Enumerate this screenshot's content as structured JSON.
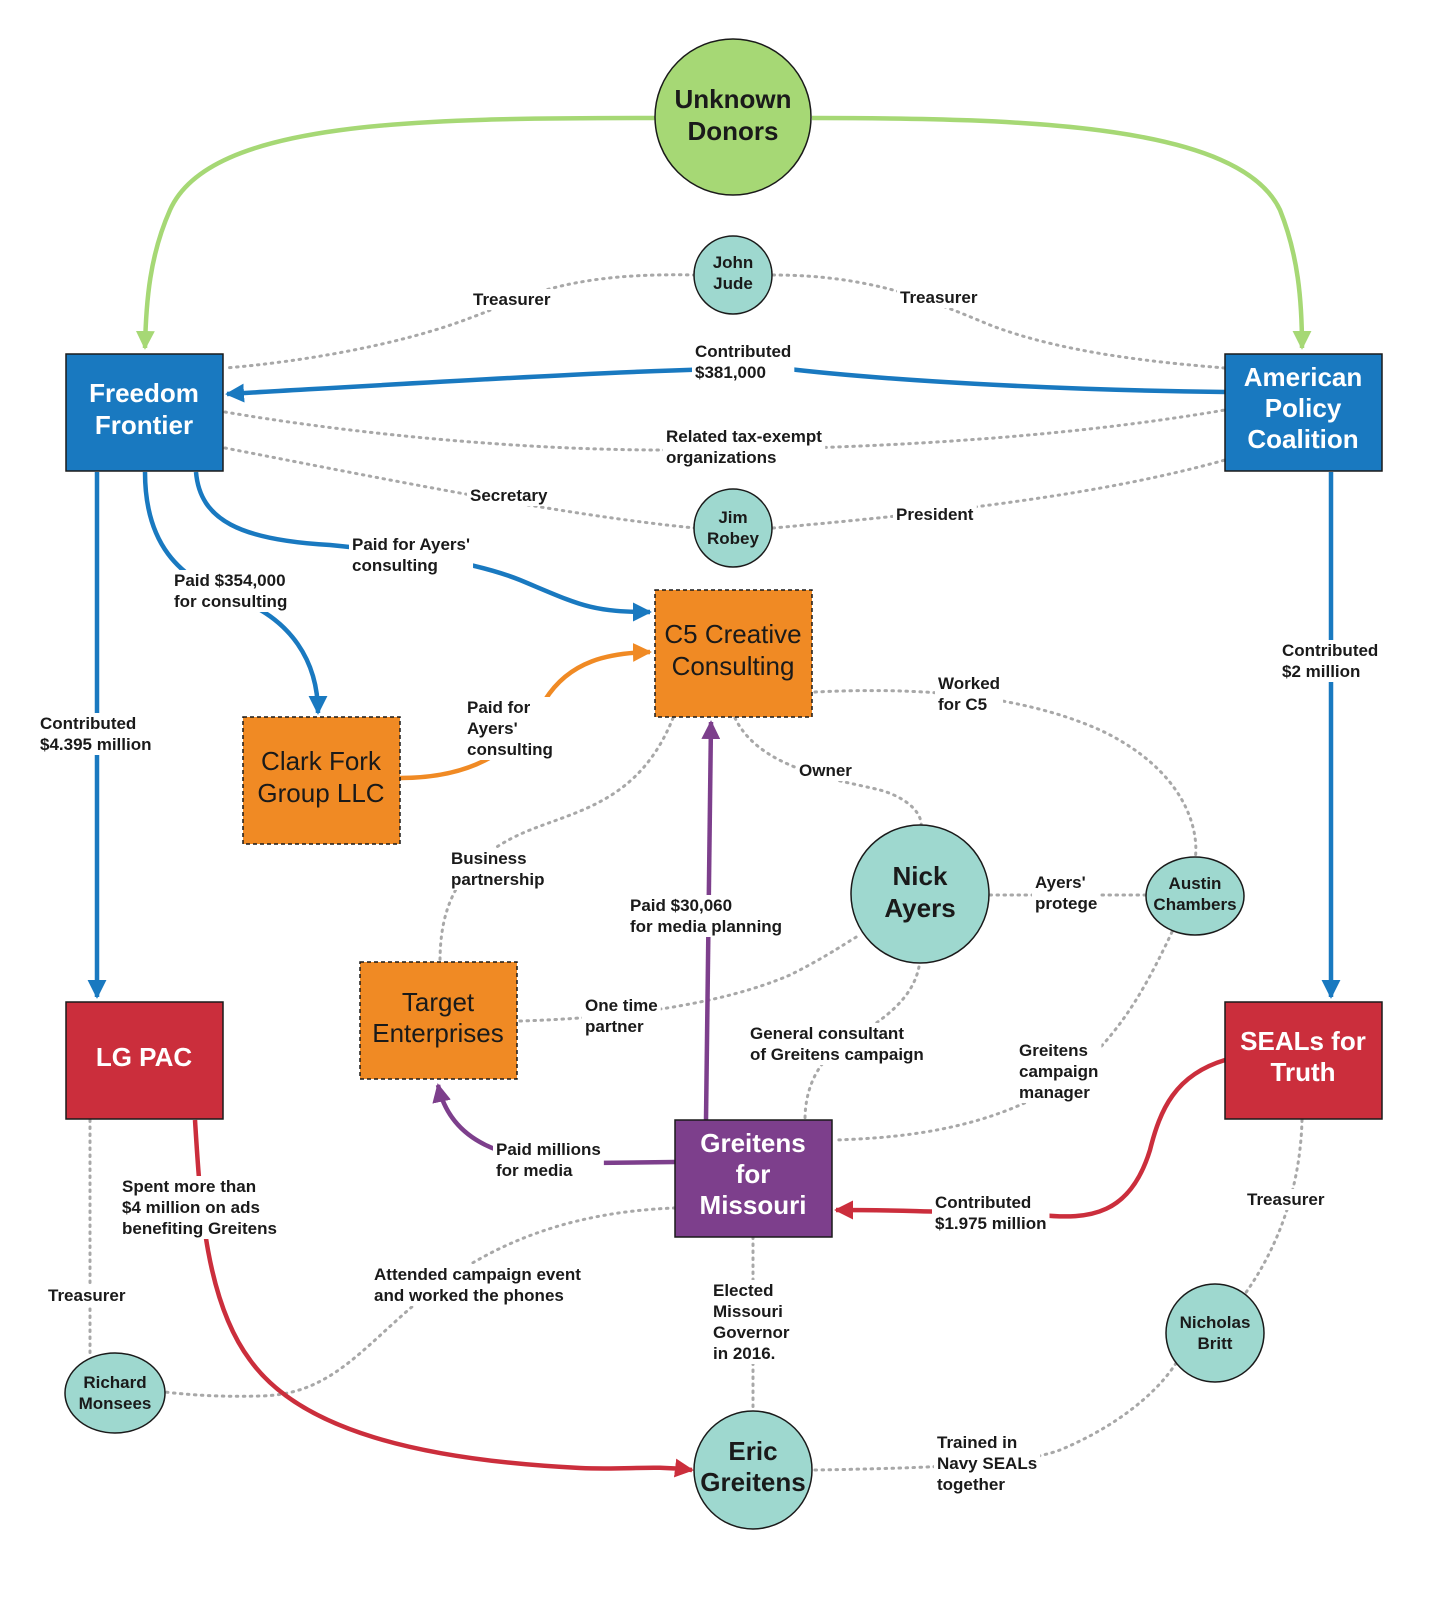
{
  "colors": {
    "green": "#a6d875",
    "blue": "#1979c0",
    "teal": "#9ed8cf",
    "orange": "#f08a24",
    "red": "#cb2e3c",
    "purple": "#7d3f8c",
    "dotted": "#a8a8a8"
  },
  "nodes": {
    "unknown_donors": [
      "Unknown",
      "Donors"
    ],
    "john_jude": [
      "John",
      "Jude"
    ],
    "freedom_frontier": [
      "Freedom",
      "Frontier"
    ],
    "american_policy_coalition": [
      "American",
      "Policy",
      "Coalition"
    ],
    "jim_robey": [
      "Jim",
      "Robey"
    ],
    "c5_creative_consulting": [
      "C5 Creative",
      "Consulting"
    ],
    "clark_fork_group": [
      "Clark Fork",
      "Group LLC"
    ],
    "nick_ayers": [
      "Nick",
      "Ayers"
    ],
    "austin_chambers": [
      "Austin",
      "Chambers"
    ],
    "target_enterprises": [
      "Target",
      "Enterprises"
    ],
    "lg_pac": [
      "LG PAC"
    ],
    "seals_for_truth": [
      "SEALs for",
      "Truth"
    ],
    "greitens_for_missouri": [
      "Greitens",
      "for",
      "Missouri"
    ],
    "nicholas_britt": [
      "Nicholas",
      "Britt"
    ],
    "richard_monsees": [
      "Richard",
      "Monsees"
    ],
    "eric_greitens": [
      "Eric",
      "Greitens"
    ]
  },
  "edge_labels": {
    "jude_ff_treasurer": [
      "Treasurer"
    ],
    "jude_apc_treasurer": [
      "Treasurer"
    ],
    "apc_ff_contributed": [
      "Contributed",
      "$381,000"
    ],
    "related_tax_exempt": [
      "Related tax-exempt",
      "organizations"
    ],
    "robey_secretary": [
      "Secretary"
    ],
    "robey_president": [
      "President"
    ],
    "ff_c5_paid": [
      "Paid for Ayers'",
      "consulting"
    ],
    "ff_clark_paid": [
      "Paid $354,000",
      "for consulting"
    ],
    "ff_lgpac_contributed": [
      "Contributed",
      "$4.395 million"
    ],
    "apc_seals_contributed": [
      "Contributed",
      "$2 million"
    ],
    "clark_c5_paid": [
      "Paid for",
      "Ayers'",
      "consulting"
    ],
    "worked_for_c5": [
      "Worked",
      "for C5"
    ],
    "owner": [
      "Owner"
    ],
    "business_partnership": [
      "Business",
      "partnership"
    ],
    "gfm_c5_paid": [
      "Paid $30,060",
      "for media planning"
    ],
    "ayers_protege": [
      "Ayers'",
      "protege"
    ],
    "one_time_partner": [
      "One time",
      "partner"
    ],
    "general_consultant": [
      "General consultant",
      "of Greitens campaign"
    ],
    "campaign_manager": [
      "Greitens",
      "campaign",
      "manager"
    ],
    "gfm_target_paid": [
      "Paid millions",
      "for media"
    ],
    "seals_gfm_contributed": [
      "Contributed",
      "$1.975 million"
    ],
    "lgpac_spent": [
      "Spent more than",
      "$4 million on ads",
      "benefiting Greitens"
    ],
    "lgpac_treasurer": [
      "Treasurer"
    ],
    "seals_treasurer": [
      "Treasurer"
    ],
    "attended_event": [
      "Attended campaign event",
      "and worked the phones"
    ],
    "elected_governor": [
      "Elected",
      "Missouri",
      "Governor",
      "in 2016."
    ],
    "trained_seals": [
      "Trained in",
      "Navy SEALs",
      "together"
    ]
  }
}
